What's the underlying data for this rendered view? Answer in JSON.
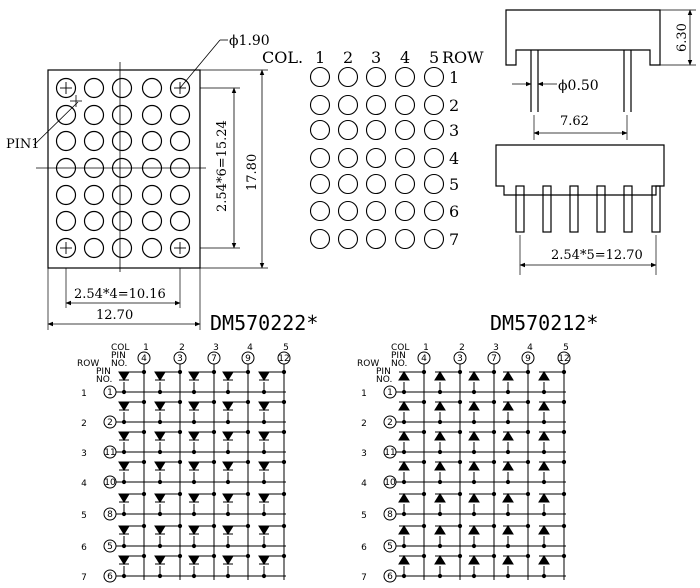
{
  "front": {
    "pin1_label": "PIN1",
    "hole_dia": "ϕ1.90",
    "vpitch": "2.54*6=15.24",
    "height": "17.80",
    "hpitch": "2.54*4=10.16",
    "width": "12.70"
  },
  "grid": {
    "col_label": "COL.",
    "row_label": "ROW",
    "cols": [
      "1",
      "2",
      "3",
      "4",
      "5"
    ],
    "rows": [
      "1",
      "2",
      "3",
      "4",
      "5",
      "6",
      "7"
    ]
  },
  "side": {
    "height": "6.30",
    "pin_dia": "ϕ0.50",
    "spacing": "7.62",
    "pitch": "2.54*5=12.70"
  },
  "schematics": [
    {
      "title": "DM570222*",
      "col_title": "COL",
      "pin_title": "PIN",
      "no_title": "NO.",
      "row_title": "ROW",
      "row_pin_title": "PIN",
      "row_no_title": "NO.",
      "cols": [
        "1",
        "2",
        "3",
        "4",
        "5"
      ],
      "col_pins": [
        "4",
        "3",
        "7",
        "9",
        "12"
      ],
      "rows": [
        "1",
        "2",
        "3",
        "4",
        "5",
        "6",
        "7"
      ],
      "row_pins": [
        "1",
        "2",
        "11",
        "10",
        "8",
        "5",
        "6"
      ]
    },
    {
      "title": "DM570212*",
      "col_title": "COL",
      "pin_title": "PIN",
      "no_title": "NO.",
      "row_title": "ROW",
      "row_pin_title": "PIN",
      "row_no_title": "NO.",
      "cols": [
        "1",
        "2",
        "3",
        "4",
        "5"
      ],
      "col_pins": [
        "4",
        "3",
        "7",
        "9",
        "12"
      ],
      "rows": [
        "1",
        "2",
        "3",
        "4",
        "5",
        "6",
        "7"
      ],
      "row_pins": [
        "1",
        "2",
        "11",
        "10",
        "8",
        "5",
        "6"
      ]
    }
  ]
}
